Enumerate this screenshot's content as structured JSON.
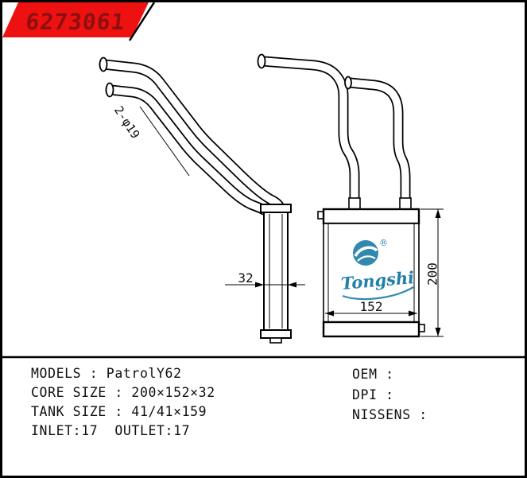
{
  "banner": {
    "part_number": "6273061",
    "bg": "#ee1111",
    "fg": "#8e0f0f"
  },
  "drawing": {
    "dim_pipe_diameter": "2-φ19",
    "dim_tank_depth": "32",
    "dim_core_height": "200",
    "dim_core_width": "152"
  },
  "logo": {
    "script": "Tongshi",
    "registered": "®",
    "color": "#2180a8"
  },
  "specs": {
    "left_lines": [
      "MODELS : PatrolY62",
      "CORE SIZE : 200×152×32",
      "TANK SIZE : 41/41×159",
      "INLET:17  OUTLET:17"
    ],
    "right_lines": [
      "OEM : ",
      "DPI : ",
      "NISSENS : "
    ]
  }
}
